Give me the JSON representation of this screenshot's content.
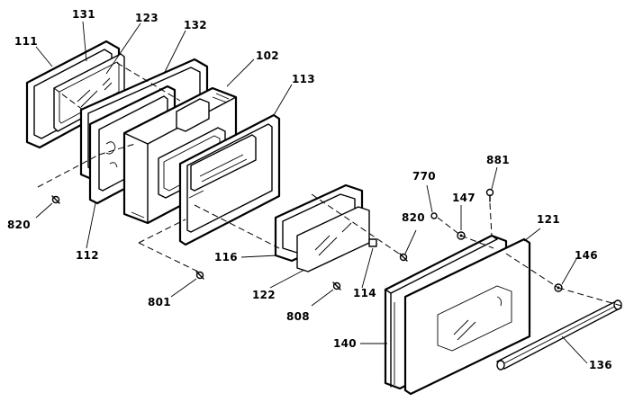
{
  "diagram": {
    "part_labels": {
      "p111": "111",
      "p131": "131",
      "p123": "123",
      "p132": "132",
      "p102": "102",
      "p113": "113",
      "p820a": "820",
      "p112": "112",
      "p116": "116",
      "p801": "801",
      "p122": "122",
      "p808": "808",
      "p114": "114",
      "p820b": "820",
      "p770": "770",
      "p147": "147",
      "p881": "881",
      "p121": "121",
      "p146": "146",
      "p140": "140",
      "p136": "136"
    }
  }
}
